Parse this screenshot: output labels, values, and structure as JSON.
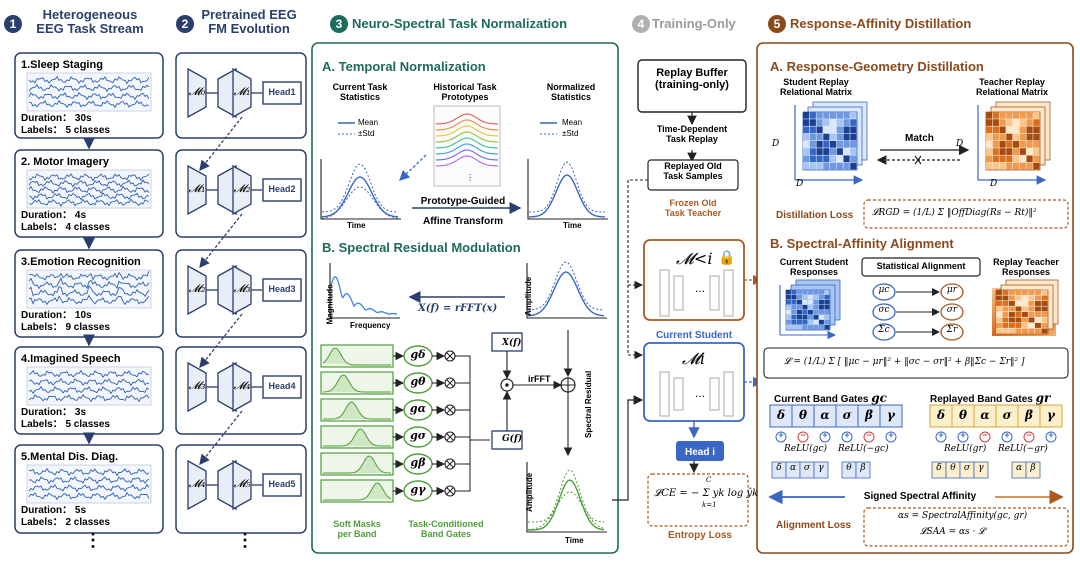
{
  "colors": {
    "navy": "#2a3f6d",
    "teal": "#1d6b5c",
    "gray": "#9a9a9a",
    "brown": "#8a4a1c",
    "blue": "#3a66c4",
    "orange": "#d9823b",
    "green": "#4f9e3a"
  },
  "sections": {
    "s1": {
      "num": "1",
      "title1": "Heterogeneous",
      "title2": "EEG Task Stream"
    },
    "s2": {
      "num": "2",
      "title1": "Pretrained EEG",
      "title2": "FM Evolution"
    },
    "s3": {
      "num": "3",
      "title": "Neuro-Spectral Task Normalization"
    },
    "s4": {
      "num": "4",
      "title": "Training-Only"
    },
    "s5": {
      "num": "5",
      "title": "Response-Affinity Distillation"
    }
  },
  "tasks": [
    {
      "title": "1.Sleep Staging",
      "duration": "Duration： 30s",
      "labels": "Labels： 5 classes"
    },
    {
      "title": "2. Motor Imagery",
      "duration": "Duration： 4s",
      "labels": "Labels： 4 classes"
    },
    {
      "title": "3.Emotion Recognition",
      "duration": "Duration： 10s",
      "labels": "Labels： 9 classes"
    },
    {
      "title": "4.Imagined Speech",
      "duration": "Duration： 3s",
      "labels": "Labels： 5 classes"
    },
    {
      "title": "5.Mental Dis. Diag.",
      "duration": "Duration： 5s",
      "labels": "Labels： 2 classes"
    }
  ],
  "ellipsis": "⋮",
  "fm": [
    {
      "a": "𝓜₀",
      "b": "𝓜₁",
      "head": "Head1"
    },
    {
      "a": "𝓜₁",
      "b": "𝓜₂",
      "head": "Head2"
    },
    {
      "a": "𝓜₂",
      "b": "𝓜₃",
      "head": "Head3"
    },
    {
      "a": "𝓜₃",
      "b": "𝓜₄",
      "head": "Head4"
    },
    {
      "a": "𝓜₄",
      "b": "𝓜₅",
      "head": "Head5"
    }
  ],
  "temporal": {
    "title": "A. Temporal Normalization",
    "current1": "Current Task",
    "current2": "Statistics",
    "hist1": "Historical Task",
    "hist2": "Prototypes",
    "norm1": "Normalized",
    "norm2": "Statistics",
    "mean": "Mean",
    "std": "±Std",
    "time": "Time",
    "guided1": "Prototype-Guided",
    "guided2": "Affine Transform",
    "dots": "⋮"
  },
  "spectral": {
    "title": "B. Spectral Residual Modulation",
    "magnitude": "Magnitude",
    "frequency": "Frequency",
    "amplitude": "Amplitude",
    "time": "Time",
    "rfft": "X(f) = rFFT(x)",
    "xf": "X(f)",
    "gf": "G(f)",
    "irfft": "irFFT",
    "residual": "Spectral Residual",
    "soft1": "Soft Masks",
    "soft2": "per Band",
    "gates1": "Task-Conditioned",
    "gates2": "Band Gates",
    "g_labels": [
      "gδ",
      "gθ",
      "gα",
      "gσ",
      "gβ",
      "gγ"
    ]
  },
  "training": {
    "replay1": "Replay Buffer",
    "replay2": "(training-only)",
    "tdr1": "Time-Dependent",
    "tdr2": "Task Replay",
    "rot1": "Replayed Old",
    "rot2": "Task Samples",
    "frozen1": "Frozen Old",
    "frozen2": "Task Teacher",
    "teacher": "𝓜<i",
    "current": "Current Student",
    "student": "𝓜i",
    "head": "Head i",
    "ce": "𝓛CE = − Σ yk log ŷk",
    "ce_sum": "k=1",
    "ce_top": "C",
    "entropy": "Entropy Loss",
    "dots": "..."
  },
  "rad": {
    "a_title": "A. Response-Geometry Distillation",
    "student1": "Student Replay",
    "student2": "Relational Matrix",
    "teacher1": "Teacher Replay",
    "teacher2": "Relational Matrix",
    "match": "Match",
    "D": "D",
    "dist_loss": "Distillation Loss",
    "lrgd": "𝓛RGD = (1/L) Σ ‖OffDiag(Rs − Rt)‖²",
    "b_title": "B. Spectral-Affinity Alignment",
    "cur1": "Current Student",
    "cur2": "Responses",
    "stat": "Statistical Alignment",
    "rep1": "Replay Teacher",
    "rep2": "Responses",
    "mu_c": "μc",
    "mu_r": "μr",
    "sig_c": "σc",
    "sig_r": "σr",
    "Sig_c": "Σc",
    "Sig_r": "Σr",
    "L_eq": "𝓛 = (1/L) Σ [ ‖μc − μr‖² + ‖σc − σr‖² + β‖Σc − Σr‖² ]",
    "cbg": "Current Band Gates",
    "cbg_sym": "gc",
    "rbg": "Replayed  Band Gates",
    "rbg_sym": "gr",
    "bands": [
      "δ",
      "θ",
      "α",
      "σ",
      "β",
      "γ"
    ],
    "relu_c1": "ReLU(gc)",
    "relu_c2": "ReLU(−gc)",
    "relu_r1": "ReLU(gr)",
    "relu_r2": "ReLU(−gr)",
    "pos_c": [
      "δ",
      "α",
      "σ",
      "γ"
    ],
    "neg_c": [
      "θ",
      "β"
    ],
    "pos_r": [
      "δ",
      "θ",
      "σ",
      "γ"
    ],
    "neg_r": [
      "α",
      "β"
    ],
    "signed": "Signed Spectral Affinity",
    "align_loss": "Alignment Loss",
    "alpha_eq": "αs = SpectralAffinity(gc, gr)",
    "lsaa": "𝓛SAA = αs · 𝓛",
    "plus": "+",
    "minus": "−"
  }
}
